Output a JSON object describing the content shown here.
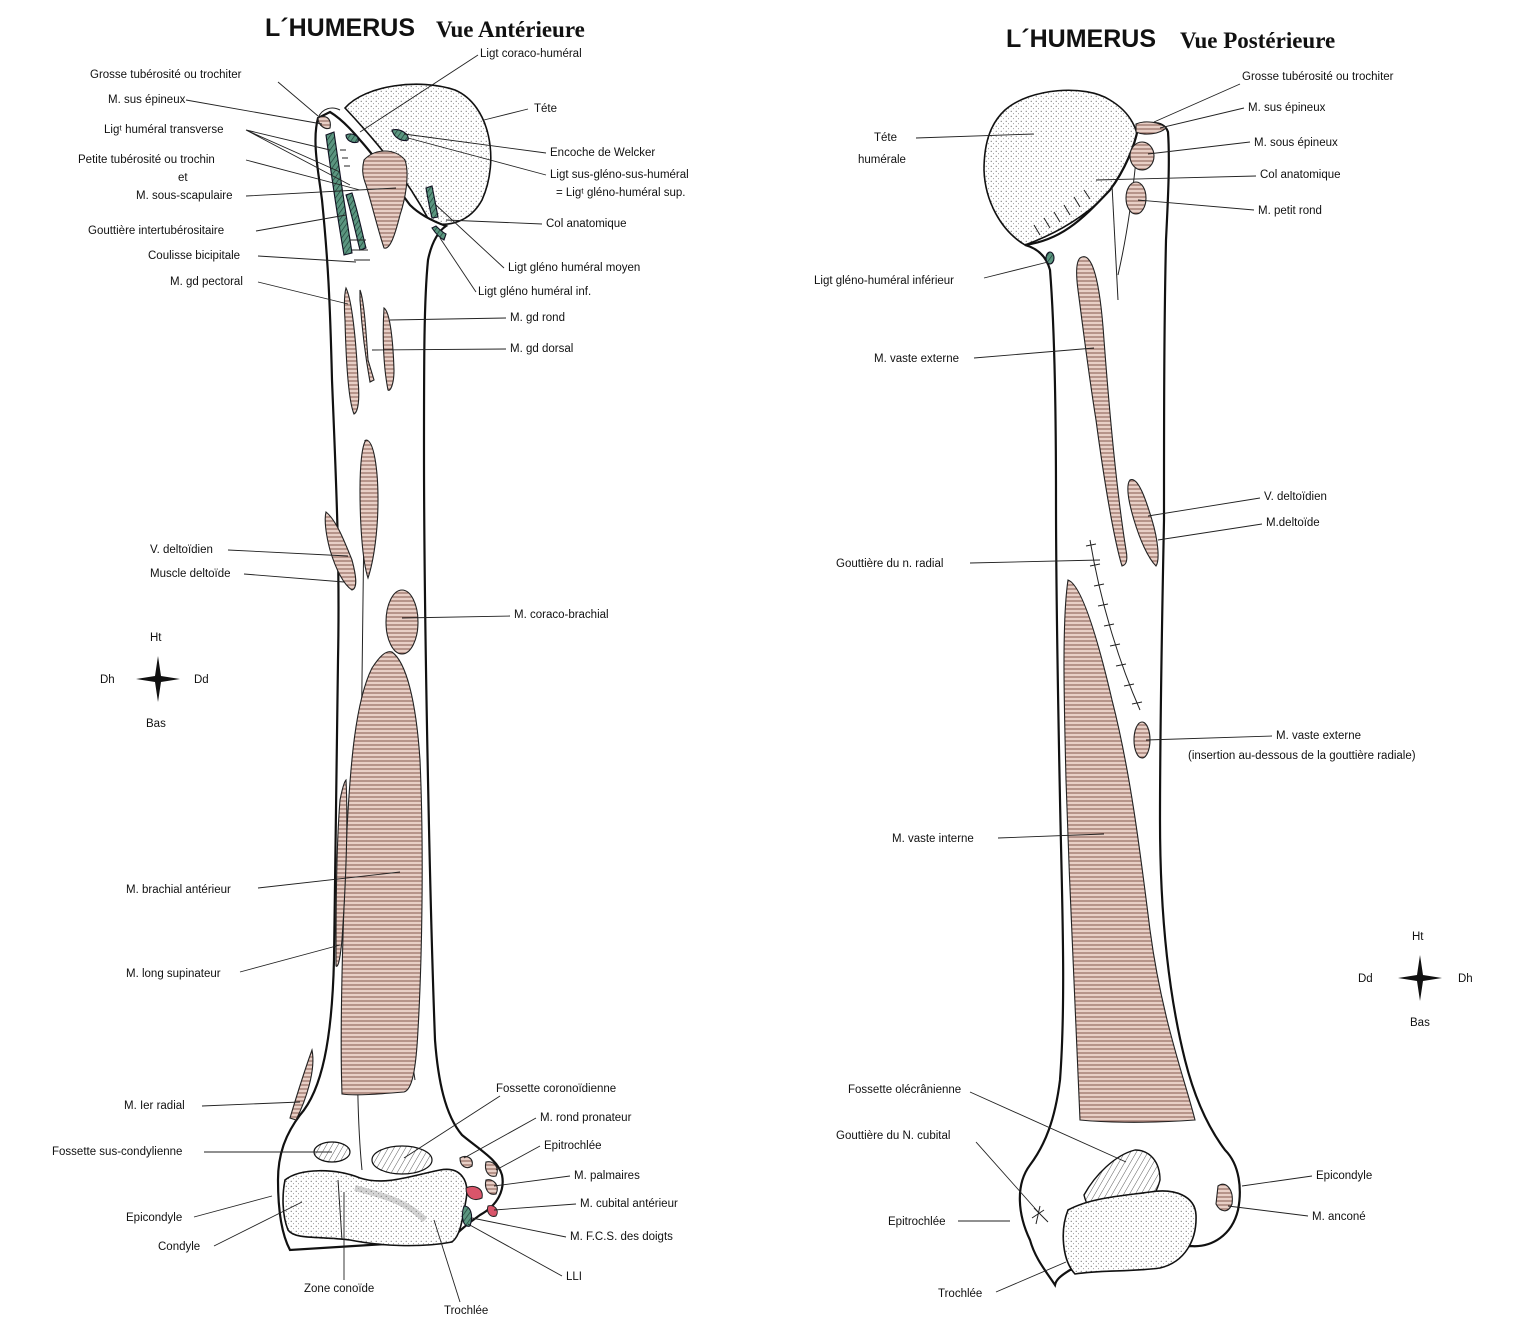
{
  "anterior": {
    "title_main": "L´HUMERUS",
    "title_sub": "Vue Antérieure",
    "labels": {
      "grosse_tuberosite": "Grosse tubérosité ou trochiter",
      "sus_epineux": "M. sus épineux",
      "lig_humeral_transverse": "Ligᵗ huméral transverse",
      "petite_tuberosite": "Petite tubérosité ou trochin",
      "et": "et",
      "sous_scapulaire": "M. sous-scapulaire",
      "gouttiere_intertuberositaire": "Gouttière intertubérositaire",
      "coulisse_bicipitale": "Coulisse bicipitale",
      "gd_pectoral": "M. gd pectoral",
      "lig_coraco_humeral": "Ligt coraco-huméral",
      "tete": "Téte",
      "encoche_welcker": "Encoche de Welcker",
      "lig_sus_gleno": "Ligt sus-gléno-sus-huméral",
      "lig_gleno_sup": "= Ligᵗ gléno-huméral sup.",
      "col_anatomique": "Col anatomique",
      "lig_gleno_moyen": "Ligt gléno huméral moyen",
      "lig_gleno_inf": "Ligt gléno huméral inf.",
      "gd_rond": "M. gd rond",
      "gd_dorsal": "M. gd dorsal",
      "v_deltoidien": "V. deltoïdien",
      "muscle_deltoide": "Muscle deltoïde",
      "coraco_brachial": "M. coraco-brachial",
      "brachial_anterieur": "M. brachial antérieur",
      "long_supinateur": "M. long supinateur",
      "ier_radial": "M. Ier radial",
      "fossette_sus_condylienne": "Fossette sus-condylienne",
      "epicondyle": "Epicondyle",
      "condyle": "Condyle",
      "zone_conoide": "Zone conoïde",
      "trochlee": "Trochlée",
      "fossette_coronoidienne": "Fossette coronoïdienne",
      "rond_pronateur": "M. rond pronateur",
      "epitrochlee": "Epitrochlée",
      "palmaires": "M. palmaires",
      "cubital_anterieur": "M. cubital antérieur",
      "fcs_doigts": "M. F.C.S.  des doigts",
      "lli": "LLI"
    },
    "compass": {
      "top": "Ht",
      "left": "Dh",
      "right": "Dd",
      "bottom": "Bas"
    }
  },
  "posterior": {
    "title_main": "L´HUMERUS",
    "title_sub": "Vue Postérieure",
    "labels": {
      "tete_line1": "Téte",
      "tete_line2": "humérale",
      "grosse_tuberosite": "Grosse tubérosité ou trochiter",
      "sus_epineux": "M. sus épineux",
      "sous_epineux": "M. sous épineux",
      "col_anatomique": "Col anatomique",
      "petit_rond": "M. petit rond",
      "lig_gleno_inferieur": "Ligt gléno-huméral inférieur",
      "vaste_externe": "M. vaste externe",
      "v_deltoidien": "V. deltoïdien",
      "deltoide": "M.deltoïde",
      "gouttiere_radial": "Gouttière du n. radial",
      "vaste_externe_2": "M. vaste externe",
      "insertion_note": "(insertion au-dessous de la gouttière radiale)",
      "vaste_interne": "M. vaste interne",
      "fossette_olecranienne": "Fossette olécrânienne",
      "gouttiere_cubital": "Gouttière du N. cubital",
      "epitrochlee": "Epitrochlée",
      "trochlee": "Trochlée",
      "epicondyle": "Epicondyle",
      "ancone": "M. anconé"
    },
    "compass": {
      "top": "Ht",
      "left": "Dd",
      "right": "Dh",
      "bottom": "Bas"
    }
  },
  "colors": {
    "muscle_insertion": "#e3c7bd",
    "hatch_line": "#7a4a40",
    "ligament": "#3f7a66",
    "highlight_red": "#d9556a",
    "outline": "#111111"
  }
}
